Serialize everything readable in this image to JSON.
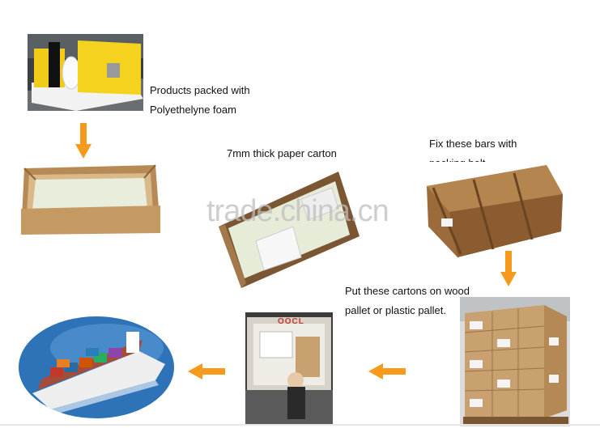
{
  "captions": {
    "step1_line1": "Products packed with",
    "step1_line2": "Polyethelyne foam",
    "step2": "7mm thick paper carton",
    "step3_line1": "Fix these bars with",
    "step3_line2": "packing belt",
    "step4_line1": "Put these cartons on wood",
    "step4_line2": "pallet or plastic pallet."
  },
  "container_logo": "OOCL",
  "watermark": "trade.china.cn",
  "colors": {
    "arrow": "#f59a1c",
    "carton": "#c49a62",
    "foam": "#eeeeee",
    "product": "#f4d21e"
  }
}
